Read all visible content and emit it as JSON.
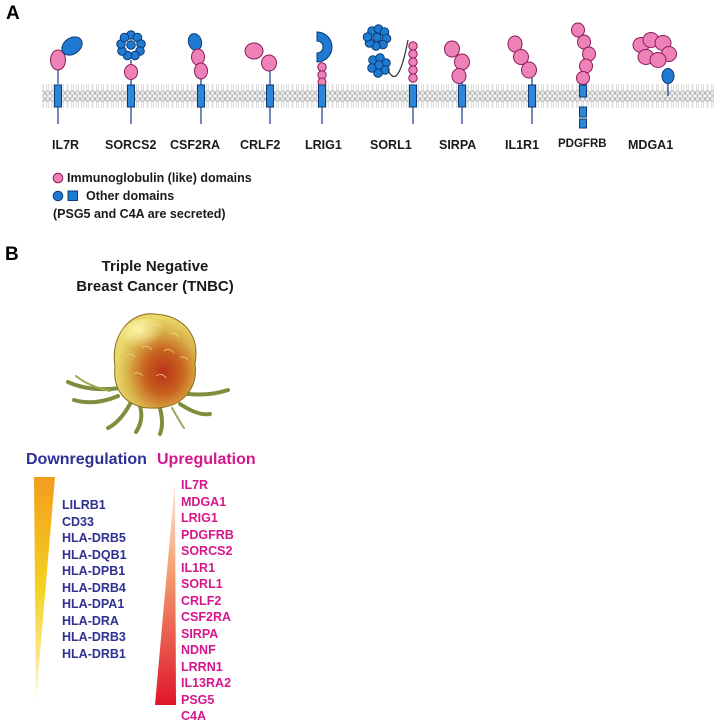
{
  "panel_a": {
    "letter": "A",
    "proteins": [
      "IL7R",
      "SORCS2",
      "CSF2RA",
      "CRLF2",
      "LRIG1",
      "SORL1",
      "SIRPA",
      "IL1R1",
      "PDGFRB",
      "MDGA1"
    ],
    "legend": {
      "ig_domains": "Immunoglobulin (like) domains",
      "other_domains": "Other domains",
      "note": "(PSG5 and C4A are secreted)"
    },
    "colors": {
      "ig_pink": "#ee82b8",
      "other_blue": "#1f7ad1",
      "membrane": "#d9d9d9"
    }
  },
  "panel_b": {
    "letter": "B",
    "title_line1": "Triple Negative",
    "title_line2": "Breast Cancer (TNBC)",
    "down_heading": "Downregulation",
    "up_heading": "Upregulation",
    "down_genes": [
      "LILRB1",
      "CD33",
      "HLA-DRB5",
      "HLA-DQB1",
      "HLA-DPB1",
      "HLA-DRB4",
      "HLA-DPA1",
      "HLA-DRA",
      "HLA-DRB3",
      "HLA-DRB1"
    ],
    "up_genes": [
      "IL7R",
      "MDGA1",
      "LRIG1",
      "PDGFRB",
      "SORCS2",
      "IL1R1",
      "SORL1",
      "CRLF2",
      "CSF2RA",
      "SIRPA",
      "NDNF",
      "LRRN1",
      "IL13RA2",
      "PSG5",
      "C4A"
    ],
    "colors": {
      "down_text": "#2e3192",
      "up_text": "#d6168b",
      "down_wedge_top": "#f39c1f",
      "up_wedge_bottom": "#e0162b"
    }
  }
}
